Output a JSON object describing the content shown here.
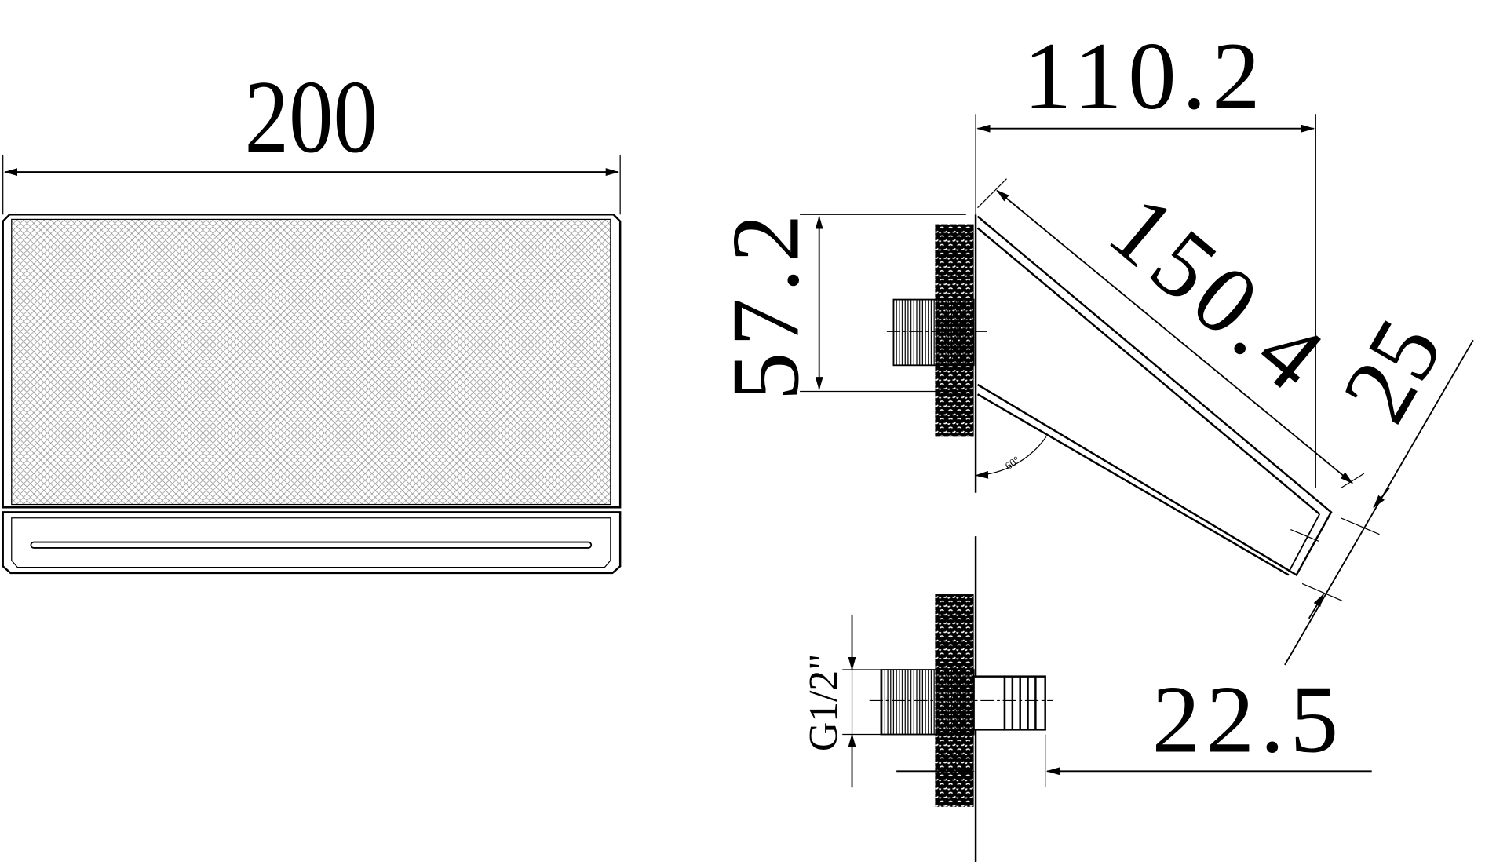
{
  "drawing": {
    "front_view": {
      "width_label": "200"
    },
    "side_view": {
      "projection_label": "110.2",
      "height_label": "57.2",
      "length_label": "150.4",
      "outlet_label": "25",
      "angle_label": "60°"
    },
    "connection_view": {
      "thread_label": "G1/2\"",
      "depth_label": "22.5"
    },
    "colors": {
      "line": "#000000",
      "background": "#ffffff",
      "hatch": "#888888"
    }
  }
}
